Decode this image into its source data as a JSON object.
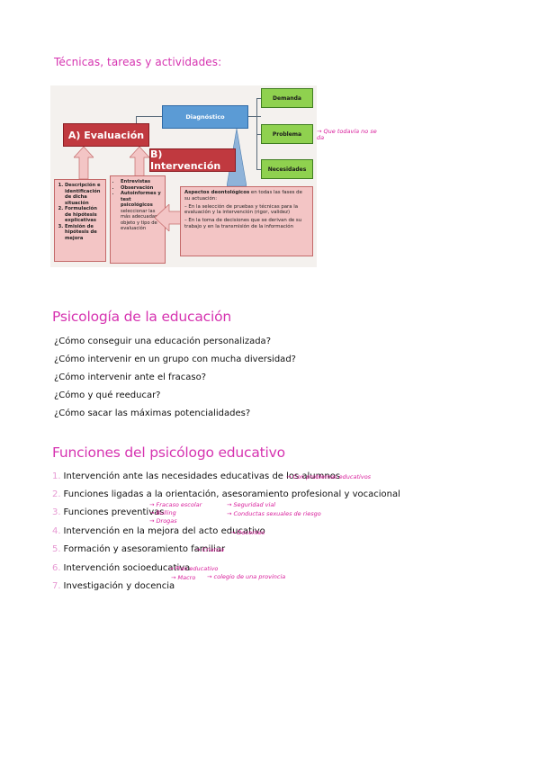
{
  "section1": {
    "title": "Técnicas, tareas y actividades:"
  },
  "diagram": {
    "diagnostico": "Diagnóstico",
    "demanda": "Demanda",
    "problema": "Problema",
    "necesidades": "Necesidades",
    "evaluacion": "A) Evaluación",
    "intervencion": "B) Intervención",
    "left_list": [
      "Descripción e identificación de dicha situación",
      "Formulación de hipótesis explicativas",
      "Emisión de hipótesis de mejora"
    ],
    "mid_list": [
      "Entrevistas",
      "Observación",
      "Autoinformes y test psicológicos"
    ],
    "mid_tail": "seleccionar las más adecuadas al objeto y tipo de evaluación",
    "aspects_title_bold": "Aspectos deontológicos",
    "aspects_title_rest": " en todas las fases de su actuación:",
    "aspects_items": [
      "En la selección de pruebas y técnicas para la evaluación y la intervención (rigor, validez)",
      "En la toma de decisiones que se derivan de su trabajo y en la transmisión de la información"
    ],
    "note_problema": "Que todavía no se da"
  },
  "section2": {
    "title": "Psicología de la educación",
    "questions": [
      "¿Cómo conseguir una educación personalizada?",
      "¿Cómo intervenir en un grupo con mucha diversidad?",
      "¿Cómo intervenir ante el fracaso?",
      "¿Cómo y qué reeducar?",
      "¿Cómo sacar las máximas potencialidades?"
    ]
  },
  "section3": {
    "title": "Funciones del psicólogo educativo",
    "items": [
      {
        "num": "1.",
        "text": "Intervención ante las necesidades educativas de los alumnos"
      },
      {
        "num": "2.",
        "text": "Funciones ligadas a la orientación, asesoramiento profesional y vocacional"
      },
      {
        "num": "3.",
        "text": "Funciones preventivas"
      },
      {
        "num": "4.",
        "text": "Intervención en la mejora del acto educativo"
      },
      {
        "num": "5.",
        "text": "Formación y asesoramiento familiar"
      },
      {
        "num": "6.",
        "text": "Intervención socioeducativa"
      },
      {
        "num": "7.",
        "text": "Investigación y docencia"
      }
    ],
    "notes": {
      "n1": "→ Con problemas educativos",
      "n3a": "→ Fracaso escolar",
      "n3b": "→ Bulling",
      "n3c": "→ Drogas",
      "n3d": "→ Seguridad vial",
      "n3e": "→ Conductas sexuales de riesgo",
      "n4": "→ Docentes",
      "n5": "→ Crianza",
      "n6a": "→ Plan educativo",
      "n6b": "→ Macro",
      "n6c": "→ colegio de una provincia"
    }
  },
  "colors": {
    "heading": "#d633b0",
    "annotation": "#d81b9a",
    "diagram_red": "#c0393f",
    "diagram_green": "#8fd14f",
    "diagram_blue": "#5b9bd5"
  }
}
